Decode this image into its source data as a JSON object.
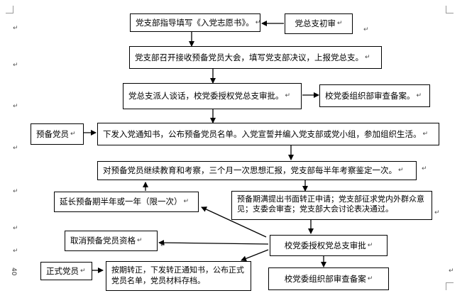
{
  "boxes": {
    "guide_fill": "党支部指导填写《入党志愿书》。",
    "initial_review": "党总支初审",
    "branch_meeting": "党支部召开接收预备党员大会，填写党支部决议，上报党总支。",
    "talk_approve": "党总支派人谈话，校党委授权党总支审批。",
    "org_dept_record_1": "校党委组织部审查备案。",
    "probationary_member": "预备党员",
    "notice_publish": "下发入党通知书，公布预备党员名单。入党宣誓并编入党支部或党小组，参加组织生活。",
    "continue_education": "对预备党员继续教育和考察，三个月一次思想汇报，党支部每半年考察鉴定一次。",
    "extend_probation": "延长预备期半年或一年（限一次）",
    "apply_regular": "预备期满提出书面转正申请；党支部征求党内外群众意见；支委会审查；党支部大会讨论表决通过。",
    "cancel_qualification": "取消预备党员资格",
    "authorized_approval": "校党委授权党总支审批",
    "full_member": "正式党员",
    "on_time_regular": "按期转正，下发转正通知书，公布正式党员名单，党员材料存档。",
    "org_dept_record_2": "校党委组织部审查备案"
  },
  "page_marker": "40",
  "return_mark": "↵",
  "colors": {
    "line": "#000000",
    "border": "#000000",
    "background": "#ffffff"
  }
}
